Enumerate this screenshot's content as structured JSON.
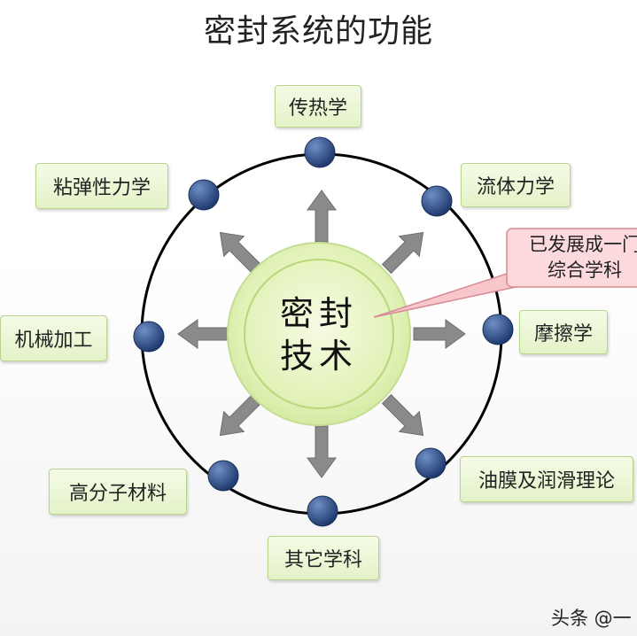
{
  "title": "密封系统的功能",
  "center": {
    "line1": "密封",
    "line2": "技术"
  },
  "callout": {
    "line1": "已发展成一门",
    "line2": "综合学科"
  },
  "nodes": [
    {
      "label": "传热学"
    },
    {
      "label": "流体力学"
    },
    {
      "label": "摩擦学"
    },
    {
      "label": "油膜及润滑理论"
    },
    {
      "label": "其它学科"
    },
    {
      "label": "高分子材料"
    },
    {
      "label": "机械加工"
    },
    {
      "label": "粘弹性力学"
    }
  ],
  "watermark": "头条 @一",
  "colors": {
    "node_dot": "#2f4f86",
    "box_border": "#b9d48c",
    "center_fill": "#e2f2b8",
    "callout_fill": "#fbd9dc",
    "arrow": "#8a8a8a"
  }
}
